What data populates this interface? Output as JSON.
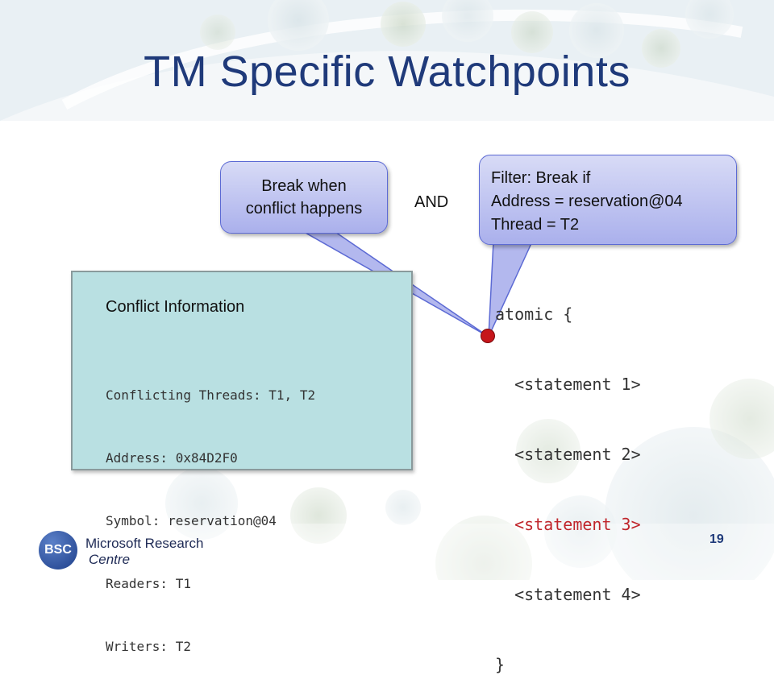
{
  "slide": {
    "title": "TM Specific Watchpoints",
    "page_number": "19"
  },
  "callouts": {
    "left_line1": "Break when",
    "left_line2": "conflict happens",
    "and_label": "AND",
    "right_line1": "Filter: Break if",
    "right_line2": "Address = reservation@04",
    "right_line3": "Thread = T2"
  },
  "conflict_info": {
    "heading": "Conflict Information",
    "lines": [
      "Conflicting Threads: T1, T2",
      "Address: 0x84D2F0",
      "Symbol: reservation@04",
      "Readers: T1",
      "Writers: T2"
    ]
  },
  "code": {
    "open": "atomic {",
    "statements": [
      "<statement 1>",
      "<statement 2>",
      "<statement 3>",
      "<statement 4>"
    ],
    "highlighted_index": 2,
    "close": "}"
  },
  "logo": {
    "badge": "BSC",
    "line1": "Microsoft Research",
    "line2": "Centre"
  },
  "colors": {
    "title": "#1f3a7a",
    "breakpoint": "#c6161b",
    "callout_border": "#5c6ad4",
    "info_box": "#b9e0e2"
  }
}
